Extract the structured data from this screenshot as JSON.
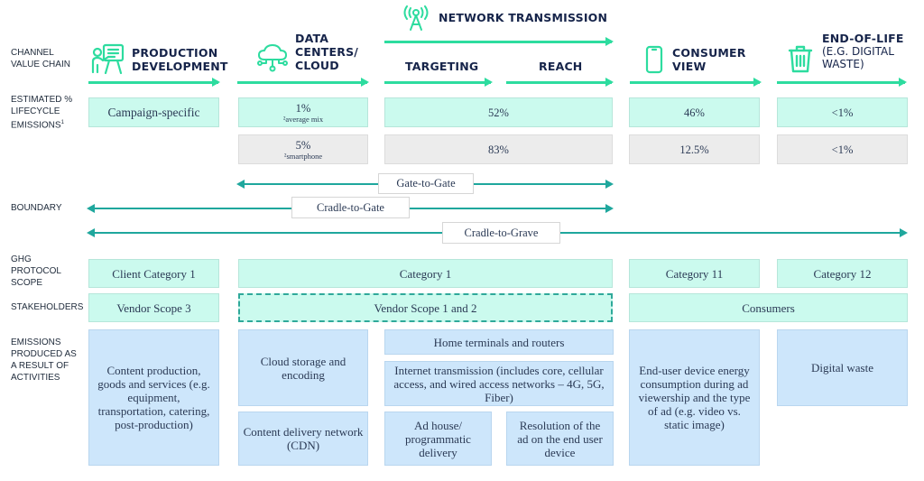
{
  "row_labels": {
    "value_chain": "CHANNEL VALUE CHAIN",
    "lifecycle": "ESTIMATED % LIFECYCLE EMISSIONS",
    "lifecycle_sup": "1",
    "boundary": "BOUNDARY",
    "ghg": "GHG PROTOCOL SCOPE",
    "stakeholders": "STAKEHOLDERS",
    "emissions": "EMISSIONS PRODUCED AS A RESULT OF ACTIVITIES"
  },
  "stages": {
    "production": {
      "line1": "PRODUCTION",
      "line2": "DEVELOPMENT",
      "icon": "presenter-board-icon"
    },
    "datacenters": {
      "line1": "DATA",
      "line2": "CENTERS/",
      "line3": "CLOUD",
      "icon": "cloud-network-icon"
    },
    "network": {
      "title": "NETWORK TRANSMISSION",
      "icon": "antenna-tower-icon",
      "sub1": "TARGETING",
      "sub2": "REACH"
    },
    "consumer": {
      "line1": "CONSUMER",
      "line2": "VIEW",
      "icon": "smartphone-icon"
    },
    "eol": {
      "line1": "END-OF-LIFE",
      "line2": "(E.G. DIGITAL",
      "line3": "WASTE)",
      "icon": "trash-bin-icon"
    }
  },
  "lifecycle": {
    "production": "Campaign-specific",
    "datacenters_avg": {
      "value": "1%",
      "note": "²average mix"
    },
    "datacenters_phone": {
      "value": "5%",
      "note": "²smartphone"
    },
    "network_avg": "52%",
    "network_phone": "83%",
    "consumer_avg": "46%",
    "consumer_phone": "12.5%",
    "eol_avg": "<1%",
    "eol_phone": "<1%"
  },
  "boundary": {
    "gate_to_gate": "Gate-to-Gate",
    "cradle_to_gate": "Cradle-to-Gate",
    "cradle_to_grave": "Cradle-to-Grave"
  },
  "ghg": {
    "production": "Client Category 1",
    "middle": "Category 1",
    "consumer": "Category 11",
    "eol": "Category 12"
  },
  "stakeholders": {
    "production": "Vendor Scope 3",
    "middle": "Vendor Scope 1 and 2",
    "consumer": "Consumers"
  },
  "emissions": {
    "production": "Content production, goods and services (e.g. equipment, transportation, catering, post-production)",
    "cloud": "Cloud storage and encoding",
    "cdn": "Content delivery network (CDN)",
    "home": "Home terminals and routers",
    "internet": "Internet transmission (includes core, cellular access, and wired access networks – 4G, 5G, Fiber)",
    "adhouse": "Ad house/ programmatic delivery",
    "resolution": "Resolution of the ad on the end user device",
    "enduser": "End-user device energy consumption during ad viewership and the type of ad (e.g. video vs. static image)",
    "waste": "Digital waste"
  },
  "colors": {
    "accent_green": "#2ddc9f",
    "teal_line": "#1fa79d",
    "mint_fill": "#cbfaee",
    "gray_fill": "#ececec",
    "blue_fill": "#cde6fb",
    "navy_text": "#16244a"
  }
}
